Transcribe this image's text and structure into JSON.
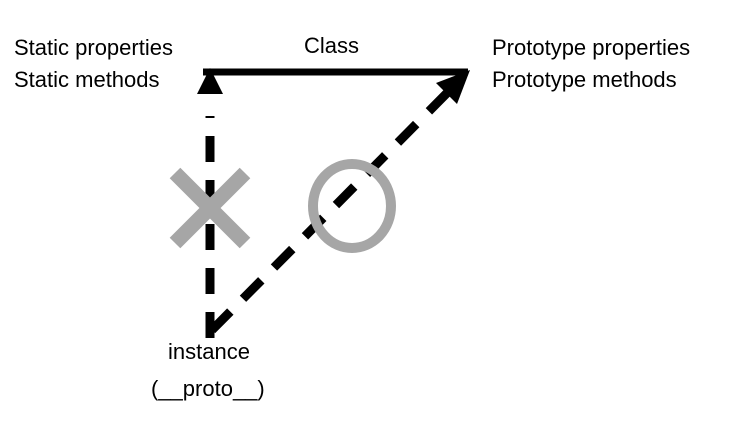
{
  "class_label": "Class",
  "static_block": {
    "line1": "Static properties",
    "line2": "Static methods"
  },
  "prototype_block": {
    "line1": "Prototype properties",
    "line2": "Prototype methods"
  },
  "instance_block": {
    "line1": "instance",
    "line2": "(__proto__)"
  },
  "colors": {
    "line": "#000000",
    "mark": "#a6a6a6",
    "background": "#ffffff"
  },
  "marks": {
    "static_access": "cross-mark",
    "prototype_access": "circle-mark"
  }
}
